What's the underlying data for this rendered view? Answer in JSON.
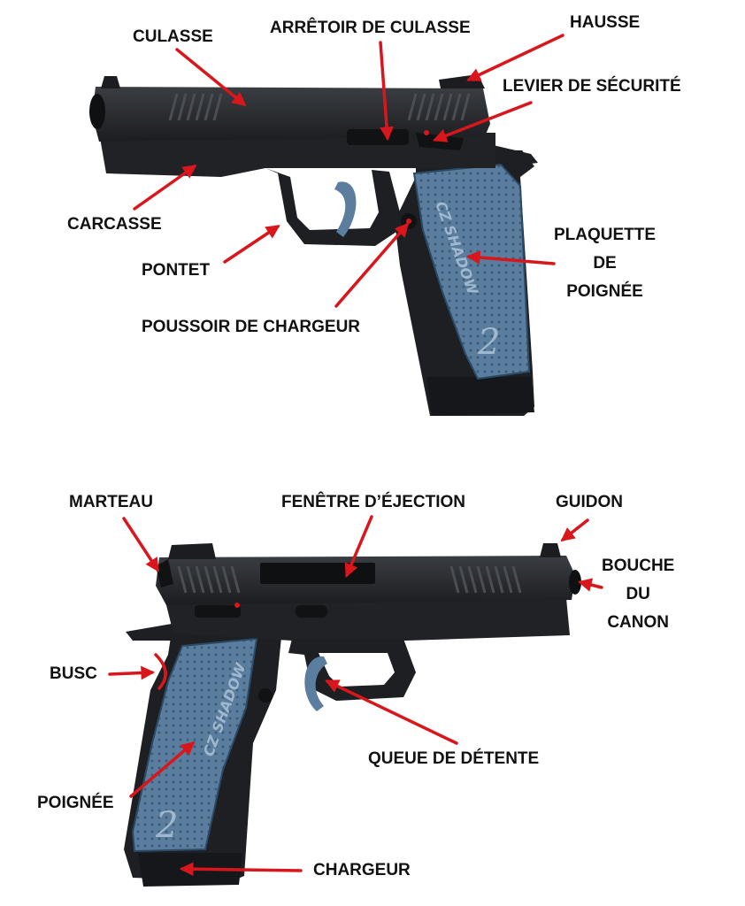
{
  "colors": {
    "arrow": "#d9161c",
    "text": "#111111",
    "metal": "#1d1f22",
    "metal_light": "#34373b",
    "grip_blue": "#5b7d9e",
    "grip_blue_dark": "#3f5f7f"
  },
  "labels": {
    "culasse": "CULASSE",
    "arretoir": "ARRÊTOIR DE CULASSE",
    "hausse": "HAUSSE",
    "levier": "LEVIER DE SÉCURITÉ",
    "carcasse": "CARCASSE",
    "plaquette": [
      "PLAQUETTE",
      "DE",
      "POIGNÉE"
    ],
    "pontet": "PONTET",
    "poussoir": "POUSSOIR DE CHARGEUR",
    "marteau": "MARTEAU",
    "fenetre": "FENÊTRE D’ÉJECTION",
    "guidon": "GUIDON",
    "bouche": [
      "BOUCHE",
      "DU",
      "CANON"
    ],
    "busc": "BUSC",
    "queue": "QUEUE DE DÉTENTE",
    "poignee": "POIGNÉE",
    "chargeur": "CHARGEUR"
  },
  "engravings": {
    "grip_brand": "CZ SHADOW",
    "grip_logo": "2"
  }
}
